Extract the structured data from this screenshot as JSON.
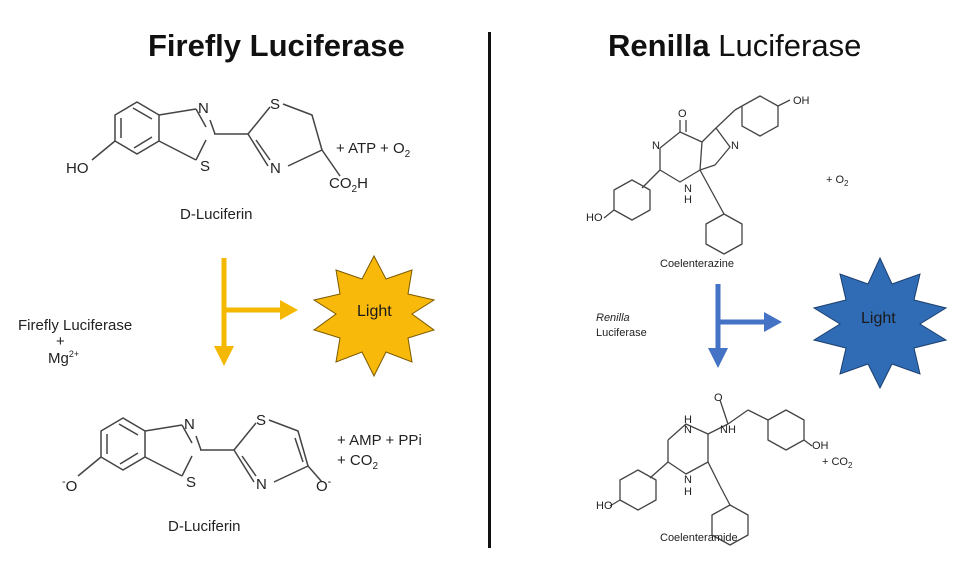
{
  "firefly": {
    "title_bold": "Firefly Luciferase",
    "substrate_name": "D-Luciferin",
    "product_name": "D-Luciferin",
    "reagents_text": "+ ATP + O",
    "reagents_sub": "2",
    "products_line1": "+ AMP + PPi",
    "products_line2_prefix": "+ CO",
    "products_line2_sub": "2",
    "enzyme_line1": "Firefly Luciferase",
    "enzyme_line2": "+",
    "enzyme_line3": "Mg",
    "enzyme_line3_sup": "2+",
    "light_label": "Light",
    "atoms": {
      "ho": "HO",
      "n": "N",
      "s": "S",
      "co2h_prefix": "CO",
      "co2h_sub": "2",
      "co2h_suffix": "H",
      "o_minus": "O",
      "minus": "-"
    },
    "arrow_color": "#f5b800",
    "star_color": "#f9b90b"
  },
  "renilla": {
    "title_bold": "Renilla",
    "title_rest": "Luciferase",
    "substrate_name": "Coelenterazine",
    "product_name": "Coelenteramide",
    "reagents_text": "+ O",
    "reagents_sub": "2",
    "products_text": "+ CO",
    "products_sub": "2",
    "enzyme_line1": "Renilla",
    "enzyme_line2": "Luciferase",
    "light_label": "Light",
    "atoms": {
      "o": "O",
      "oh": "OH",
      "ho": "HO",
      "n": "N",
      "h": "H",
      "nh": "NH"
    },
    "arrow_color": "#4472c4",
    "star_color": "#2f6cb5"
  }
}
